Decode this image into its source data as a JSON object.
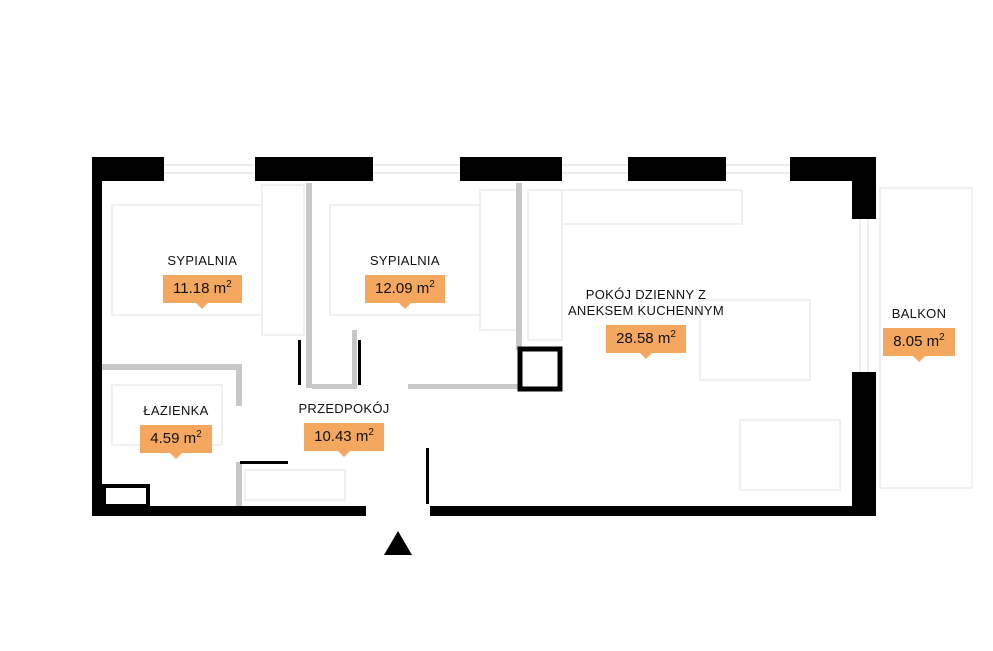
{
  "rooms": [
    {
      "id": "sypialnia-1",
      "name": "SYPIALNIA",
      "area": "11.18 m",
      "unit_exp": "2"
    },
    {
      "id": "sypialnia-2",
      "name": "SYPIALNIA",
      "area": "12.09 m",
      "unit_exp": "2"
    },
    {
      "id": "pokoj-dzienny",
      "name_line1": "POKÓJ DZIENNY Z",
      "name_line2": "ANEKSEM KUCHENNYM",
      "area": "28.58 m",
      "unit_exp": "2"
    },
    {
      "id": "balkon",
      "name": "BALKON",
      "area": "8.05 m",
      "unit_exp": "2"
    },
    {
      "id": "lazienka",
      "name": "ŁAZIENKA",
      "area": "4.59 m",
      "unit_exp": "2"
    },
    {
      "id": "przedpokoj",
      "name": "PRZEDPOKÓJ",
      "area": "10.43 m",
      "unit_exp": "2"
    }
  ],
  "colors": {
    "wall": "#000000",
    "partition": "#c8c8c8",
    "tag": "#f3a75f",
    "furniture": "#ececec"
  },
  "icons": {
    "entrance": "entrance-arrow-icon"
  }
}
